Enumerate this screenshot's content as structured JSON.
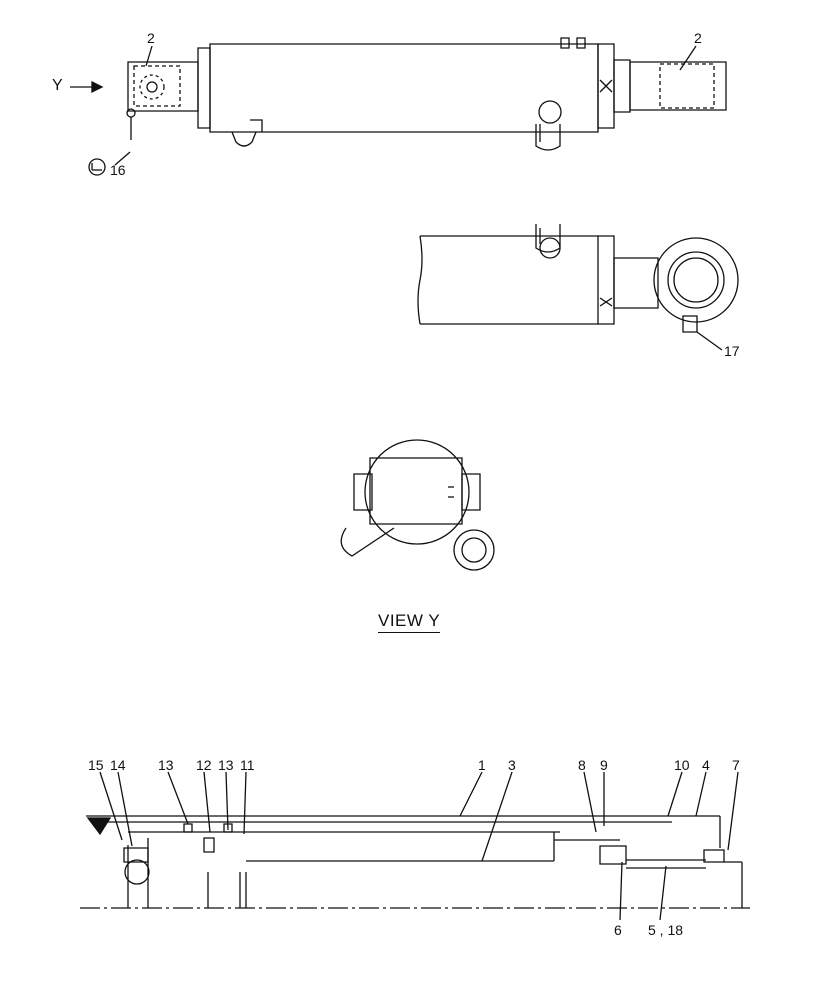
{
  "view_title": "VIEW Y",
  "arrow_label": "Y",
  "labels": {
    "top_left_2": "2",
    "top_right_2": "2",
    "n16": "16",
    "n17": "17",
    "s15": "15",
    "s14": "14",
    "s13a": "13",
    "s12": "12",
    "s13b": "13",
    "s11": "11",
    "s1": "1",
    "s3": "3",
    "s8": "8",
    "s9": "9",
    "s10": "10",
    "s4": "4",
    "s7": "7",
    "s6": "6",
    "s5_18": "5 , 18"
  },
  "colors": {
    "ink": "#111111",
    "paper": "#ffffff"
  }
}
